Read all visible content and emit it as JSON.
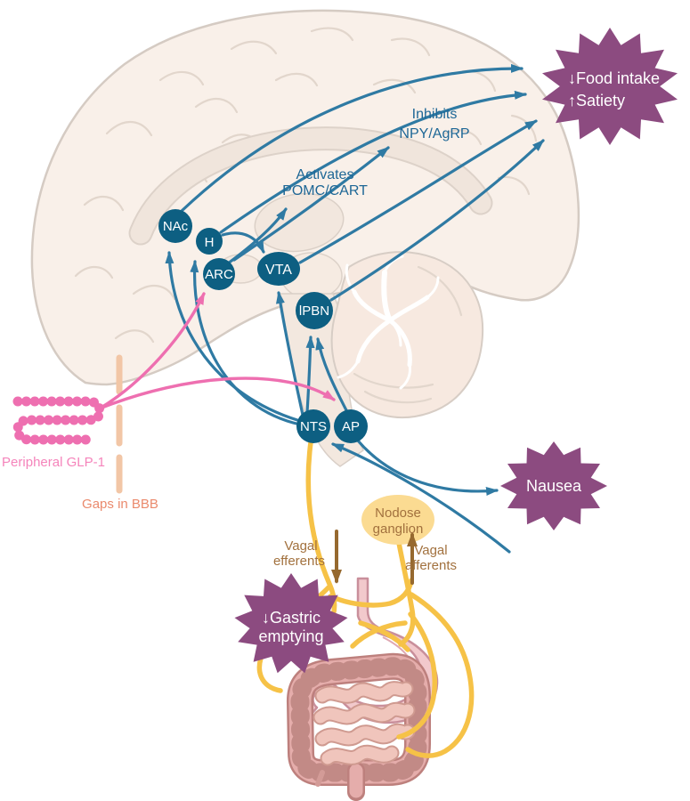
{
  "colors": {
    "node_fill": "#0d5f82",
    "arrow_teal": "#2f7aa3",
    "label_teal": "#1e6796",
    "glp1_pink": "#ee6fb0",
    "glp1_text_pink": "#f584bb",
    "bbb_dash": "#f2c6a6",
    "bbb_text": "#ea8a6d",
    "outcome_purple": "#8c4b80",
    "nodose_fill": "#fbdb92",
    "vagal_text_brown": "#a2713e",
    "vagal_arrow_brown": "#96692f",
    "vagus_yellow": "#f6c247",
    "brain_fill": "#f9f0e9",
    "brain_outline": "#d5cbc3"
  },
  "nodes": {
    "nac": "NAc",
    "h": "H",
    "arc": "ARC",
    "vta": "VTA",
    "lpbn": "lPBN",
    "nts": "NTS",
    "ap": "AP"
  },
  "labels": {
    "inhibits1": "Inhibits",
    "inhibits2": "NPY/AgRP",
    "activates1": "Activates",
    "activates2": "POMC/CART",
    "peripheral_glp1": "Peripheral GLP-1",
    "gaps_bbb": "Gaps in BBB",
    "nodose1": "Nodose",
    "nodose2": "ganglion",
    "vagal_eff1": "Vagal",
    "vagal_eff2": "efferents",
    "vagal_aff1": "Vagal",
    "vagal_aff2": "afferents"
  },
  "outcomes": {
    "food1": "↓Food intake",
    "food2": "↑Satiety",
    "nausea": "Nausea",
    "gastric1": "↓Gastric",
    "gastric2": "emptying"
  }
}
